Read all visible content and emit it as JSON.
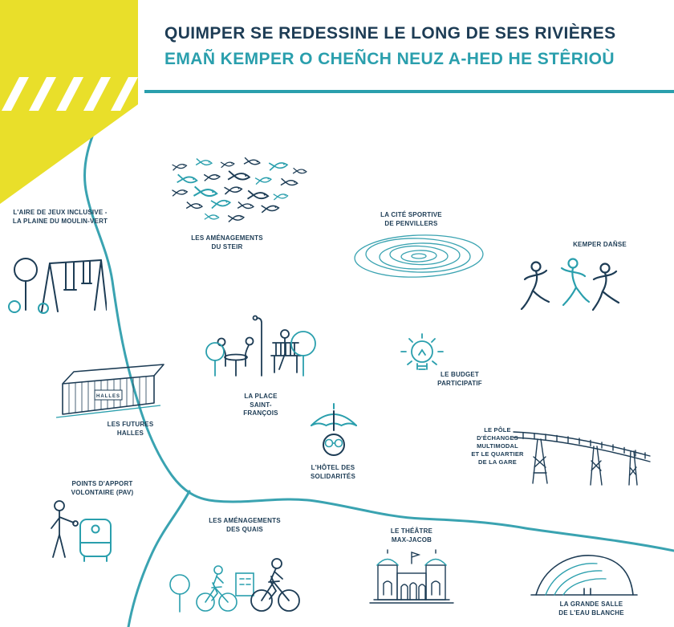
{
  "header": {
    "title": "QUIMPER SE REDESSINE LE LONG DE SES RIVIÈRES",
    "subtitle": "EMAÑ KEMPER O CHEÑCH NEUZ A-HED HE STÊRIOÙ"
  },
  "colors": {
    "navy": "#1d3c55",
    "teal": "#2a9fad",
    "yellow": "#e9df2a"
  },
  "map": {
    "halles_sign": "HALLES",
    "locations": [
      {
        "id": "aire-de-jeux",
        "label": "L'AIRE DE JEUX INCLUSIVE -\nLA PLAINE DU MOULIN-VERT",
        "icon": "playground-icon"
      },
      {
        "id": "amenagements-steir",
        "label": "LES AMÉNAGEMENTS\nDU STEIR",
        "icon": "fish-school-icon"
      },
      {
        "id": "cite-sportive-penvillers",
        "label": "LA CITÉ SPORTIVE\nDE PENVILLERS",
        "icon": "running-track-icon"
      },
      {
        "id": "kemper-danse",
        "label": "KEMPER DAÑSE",
        "icon": "dancers-icon"
      },
      {
        "id": "place-saint-francois",
        "label": "LA PLACE\nSAINT-\nFRANÇOIS",
        "icon": "public-square-icon"
      },
      {
        "id": "budget-participatif",
        "label": "LE BUDGET\nPARTICIPATIF",
        "icon": "lightbulb-icon"
      },
      {
        "id": "futures-halles",
        "label": "LES FUTURES\nHALLES",
        "icon": "market-hall-icon"
      },
      {
        "id": "hotel-des-solidarites",
        "label": "L'HÔTEL DES\nSOLIDARITÉS",
        "icon": "umbrella-person-icon"
      },
      {
        "id": "pole-echanges-multimodal",
        "label": "LE PÔLE\nD'ÉCHANGES\nMULTIMODAL\nET LE QUARTIER\nDE LA GARE",
        "icon": "viaduct-icon"
      },
      {
        "id": "points-apport-volontaire",
        "label": "POINTS D'APPORT\nVOLONTAIRE (PAV)",
        "icon": "waste-drop-off-icon"
      },
      {
        "id": "amenagements-quais",
        "label": "LES AMÉNAGEMENTS\nDES QUAIS",
        "icon": "cyclists-icon"
      },
      {
        "id": "theatre-max-jacob",
        "label": "LE THÉÂTRE\nMAX-JACOB",
        "icon": "theatre-facade-icon"
      },
      {
        "id": "grande-salle-eau-blanche",
        "label": "LA GRANDE SALLE\nDE L'EAU BLANCHE",
        "icon": "arena-icon"
      }
    ]
  }
}
